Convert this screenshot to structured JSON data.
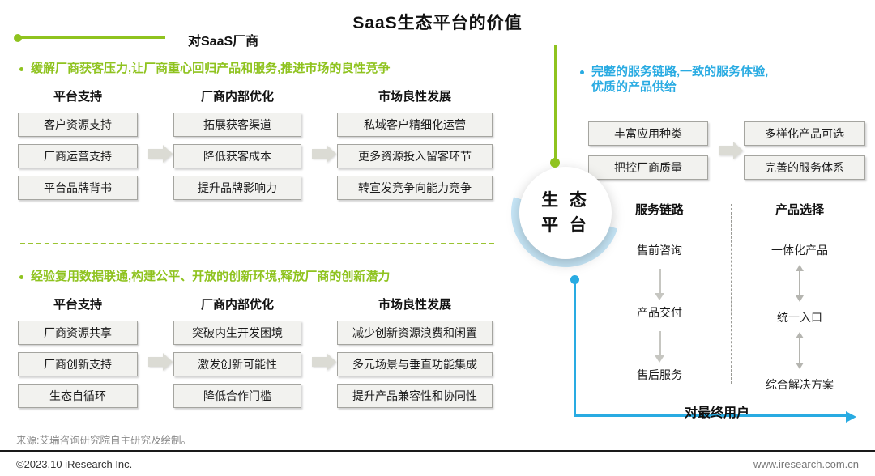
{
  "title": "SaaS生态平台的价值",
  "colors": {
    "green": "#8fc31f",
    "blue": "#29abe2",
    "box_fill": "#f2f2ef"
  },
  "vendor_section": {
    "label": "对SaaS厂商",
    "block1": {
      "bullet": "缓解厂商获客压力,让厂商重心回归产品和服务,推进市场的良性竞争",
      "columns": [
        {
          "header": "平台支持",
          "items": [
            "客户资源支持",
            "厂商运营支持",
            "平台品牌背书"
          ]
        },
        {
          "header": "厂商内部优化",
          "items": [
            "拓展获客渠道",
            "降低获客成本",
            "提升品牌影响力"
          ]
        },
        {
          "header": "市场良性发展",
          "items": [
            "私域客户精细化运营",
            "更多资源投入留客环节",
            "转宣发竞争向能力竞争"
          ]
        }
      ]
    },
    "block2": {
      "bullet": "经验复用数据联通,构建公平、开放的创新环境,释放厂商的创新潜力",
      "columns": [
        {
          "header": "平台支持",
          "items": [
            "厂商资源共享",
            "厂商创新支持",
            "生态自循环"
          ]
        },
        {
          "header": "厂商内部优化",
          "items": [
            "突破内生开发困境",
            "激发创新可能性",
            "降低合作门槛"
          ]
        },
        {
          "header": "市场良性发展",
          "items": [
            "减少创新资源浪费和闲置",
            "多元场景与垂直功能集成",
            "提升产品兼容性和协同性"
          ]
        }
      ]
    }
  },
  "center": {
    "circle_line1": "生 态",
    "circle_line2": "平 台"
  },
  "user_section": {
    "bullet_line1": "完整的服务链路,一致的服务体验,",
    "bullet_line2": "优质的产品供给",
    "left_boxes": [
      "丰富应用种类",
      "把控厂商质量"
    ],
    "right_boxes": [
      "多样化产品可选",
      "完善的服务体系"
    ],
    "service_chain": {
      "header": "服务链路",
      "steps": [
        "售前咨询",
        "产品交付",
        "售后服务"
      ]
    },
    "product_choice": {
      "header": "产品选择",
      "steps": [
        "一体化产品",
        "统一入口",
        "综合解决方案"
      ]
    },
    "label": "对最终用户"
  },
  "footer": {
    "source": "来源:艾瑞咨询研究院自主研究及绘制。",
    "copyright": "©2023.10 iResearch Inc.",
    "website": "www.iresearch.com.cn"
  }
}
